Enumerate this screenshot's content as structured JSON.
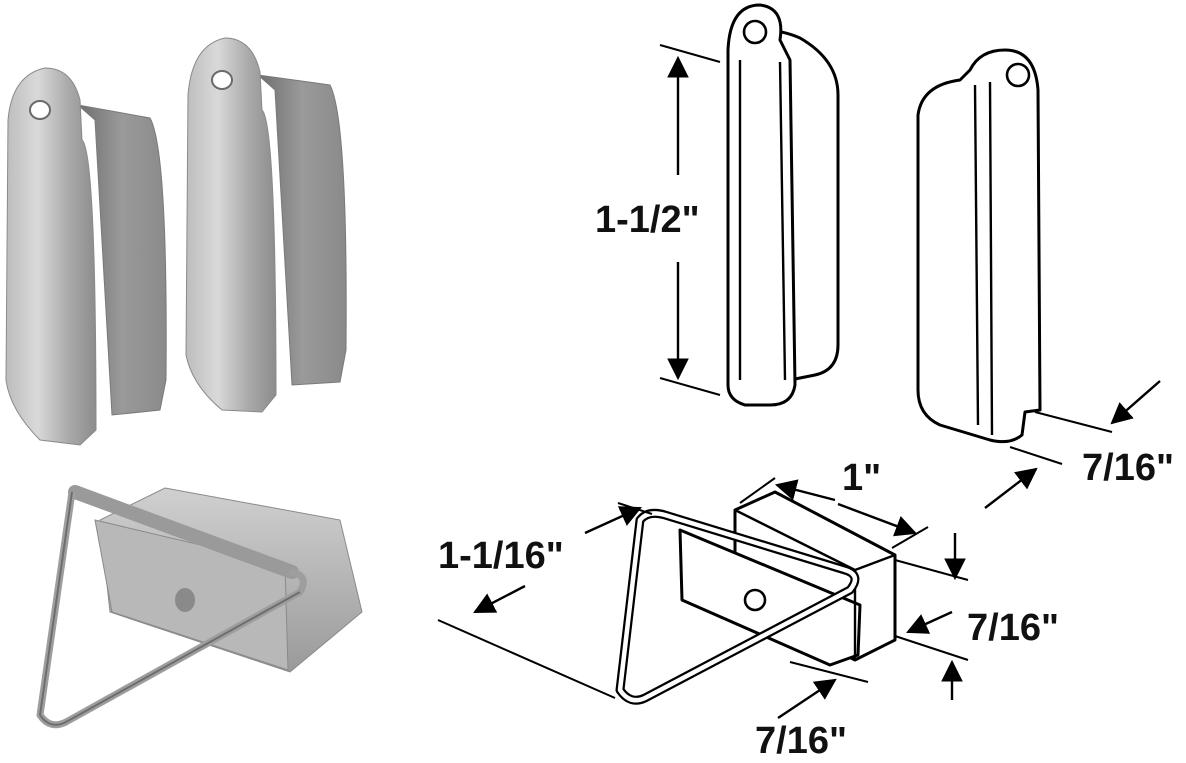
{
  "dimensions": {
    "clip_height": "1-1/2\"",
    "clip_width": "7/16\"",
    "lock_length": "1\"",
    "lock_wire": "1-1/16\"",
    "lock_height": "7/16\"",
    "lock_depth": "7/16\""
  },
  "colors": {
    "metal_light": "#d6d6d6",
    "metal_mid": "#a9a9a9",
    "metal_dark": "#6e6e6e",
    "line": "#000000",
    "background": "#ffffff"
  }
}
